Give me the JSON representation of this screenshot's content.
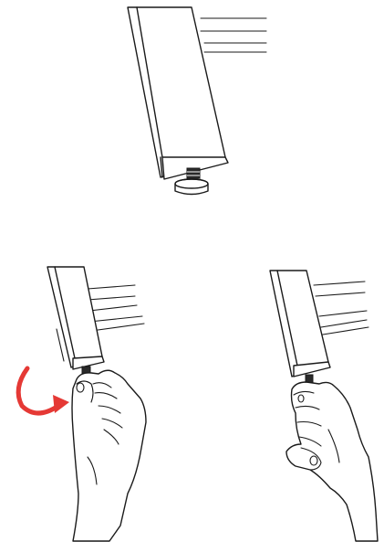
{
  "figure": {
    "panels": [
      {
        "id": "leg-with-foot",
        "description_icon": "leveling-foot-icon"
      },
      {
        "id": "turn-foot",
        "description_icon": "hand-turning-icon"
      },
      {
        "id": "hold-foot",
        "description_icon": "hand-holding-icon"
      }
    ],
    "colors": {
      "line": "#1a1a1a",
      "arrow": "#e53935",
      "background": "#ffffff"
    },
    "icons": {
      "rotation_arrow": "curved-arrow-icon"
    }
  }
}
